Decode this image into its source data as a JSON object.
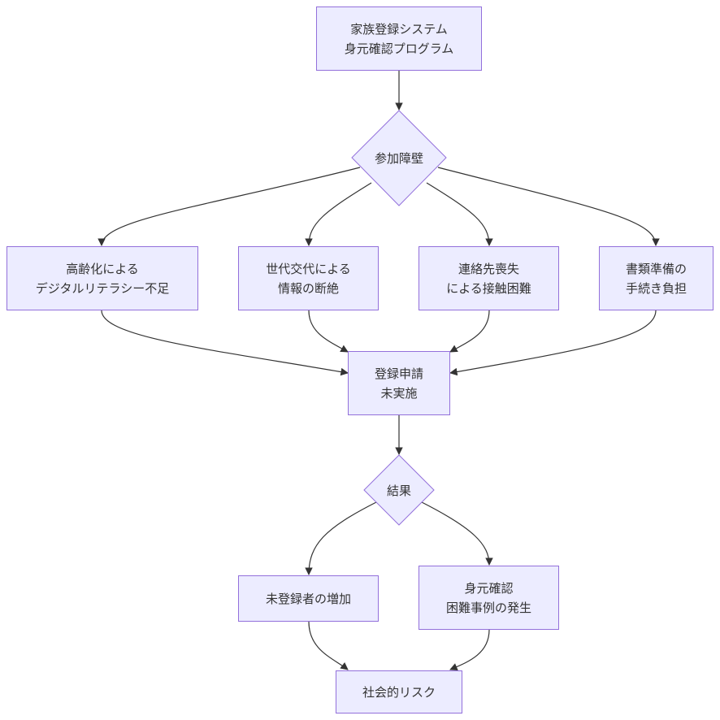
{
  "nodes": {
    "system": {
      "line1": "家族登録システム",
      "line2": "身元確認プログラム"
    },
    "barrier": {
      "label": "参加障壁"
    },
    "digital": {
      "line1": "高齢化による",
      "line2": "デジタルリテラシー不足"
    },
    "generation": {
      "line1": "世代交代による",
      "line2": "情報の断絶"
    },
    "contact": {
      "line1": "連絡先喪失",
      "line2": "による接触困難"
    },
    "documents": {
      "line1": "書類準備の",
      "line2": "手続き負担"
    },
    "unregistered_app": {
      "line1": "登録申請",
      "line2": "未実施"
    },
    "result": {
      "label": "結果"
    },
    "increase": {
      "label": "未登録者の増加"
    },
    "difficulty": {
      "line1": "身元確認",
      "line2": "困難事例の発生"
    },
    "risk": {
      "label": "社会的リスク"
    }
  },
  "colors": {
    "node_fill": "#ececff",
    "node_border": "#9370db",
    "edge": "#333333",
    "text": "#333333"
  }
}
